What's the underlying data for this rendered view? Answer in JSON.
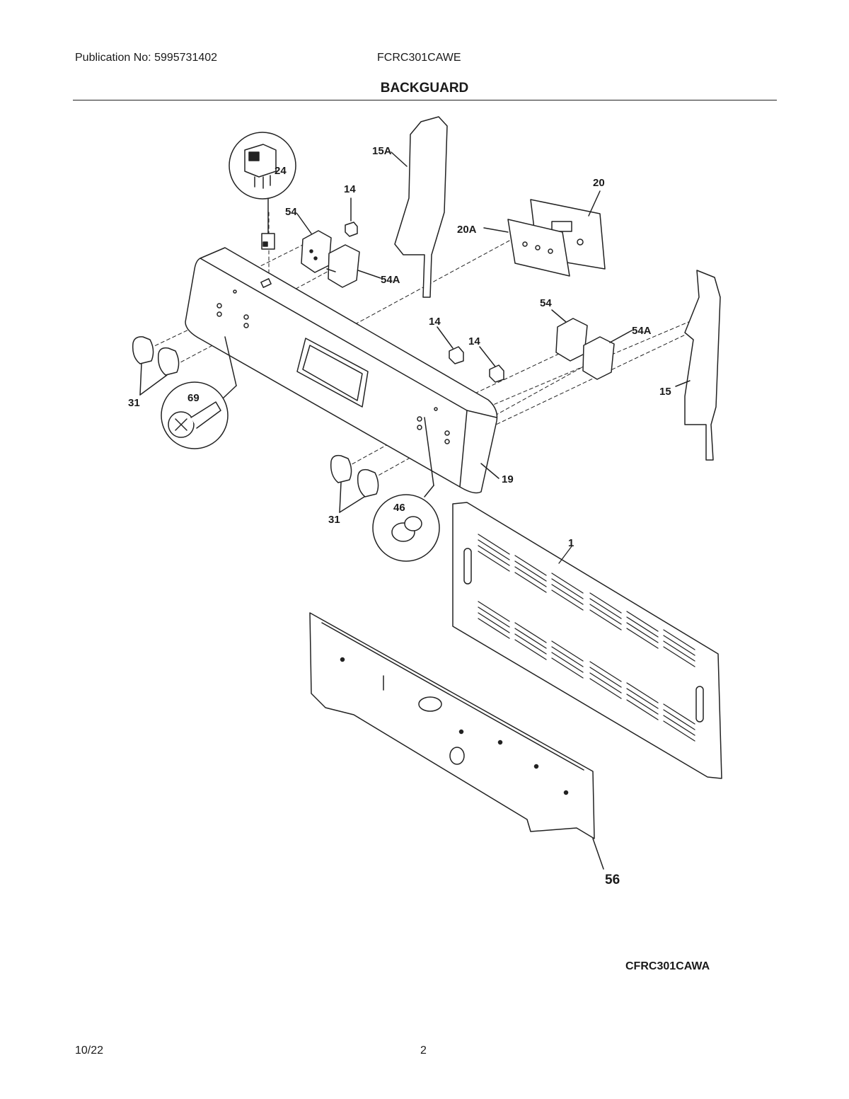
{
  "header": {
    "publication": "Publication No: 5995731402",
    "model": "FCRC301CAWE",
    "title": "BACKGUARD"
  },
  "callouts": {
    "c15A": "15A",
    "c24": "24",
    "c14a": "14",
    "c54a": "54",
    "c20": "20",
    "c20A": "20A",
    "c54Aa": "54A",
    "c54b": "54",
    "c14b": "14",
    "c14c": "14",
    "c54Ab": "54A",
    "c15": "15",
    "c31a": "31",
    "c69": "69",
    "c19": "19",
    "c46": "46",
    "c31b": "31",
    "c1": "1",
    "c56": "56"
  },
  "footer": {
    "diagram_code": "CFRC301CAWA",
    "date": "10/22",
    "page": "2"
  }
}
